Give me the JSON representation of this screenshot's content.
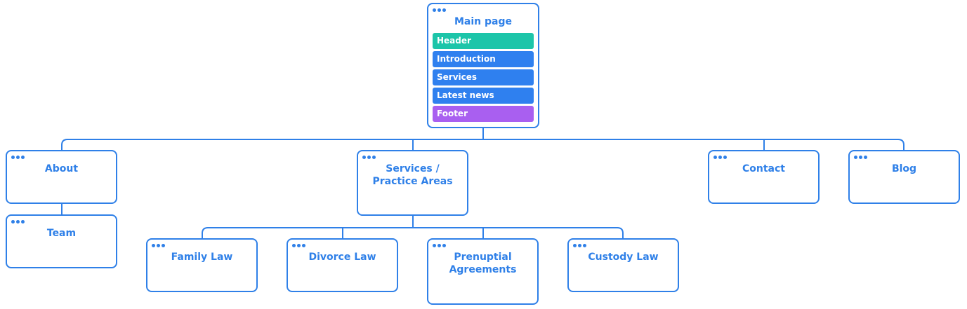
{
  "main": {
    "title": "Main page",
    "sections": [
      "Header",
      "Introduction",
      "Services",
      "Latest news",
      "Footer"
    ]
  },
  "level1": {
    "about": "About",
    "services": "Services / Practice Areas",
    "contact": "Contact",
    "blog": "Blog"
  },
  "level2": {
    "team": "Team",
    "family_law": "Family Law",
    "divorce_law": "Divorce Law",
    "prenuptial": "Prenuptial Agreements",
    "custody_law": "Custody Law"
  },
  "colors": {
    "accent": "#2f80e8",
    "header_section": "#1cc5a9",
    "body_section": "#2f80ef",
    "footer_section": "#a95ff0"
  }
}
